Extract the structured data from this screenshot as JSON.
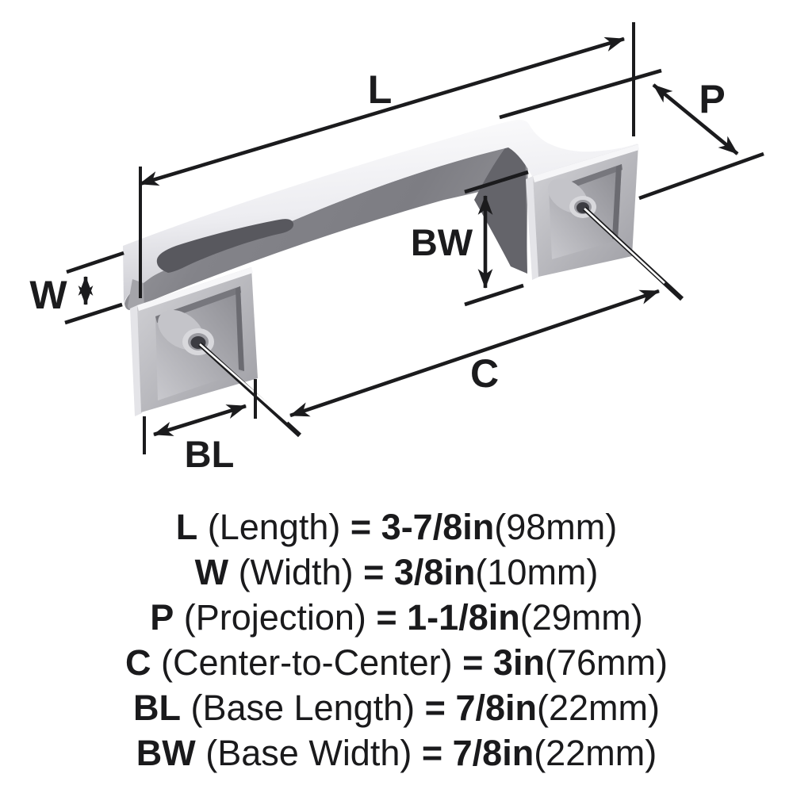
{
  "title": "Cabinet pull hardware dimension diagram",
  "dims": {
    "length": {
      "label": "L"
    },
    "width": {
      "label": "W"
    },
    "projection": {
      "label": "P"
    },
    "center": {
      "label": "C"
    },
    "base_length": {
      "label": "BL"
    },
    "base_width": {
      "label": "BW"
    }
  },
  "legend": {
    "rows": [
      {
        "abbr": "L",
        "name": " (Length) ",
        "value": "= 3-7/8in",
        "metric": "(98mm)"
      },
      {
        "abbr": "W",
        "name": " (Width) ",
        "value": "= 3/8in",
        "metric": "(10mm)"
      },
      {
        "abbr": "P",
        "name": " (Projection) ",
        "value": "= 1-1/8in",
        "metric": "(29mm)"
      },
      {
        "abbr": "C",
        "name": " (Center-to-Center) ",
        "value": "= 3in",
        "metric": "(76mm)"
      },
      {
        "abbr": "BL",
        "name": " (Base Length) ",
        "value": "= 7/8in",
        "metric": "(22mm)"
      },
      {
        "abbr": "BW",
        "name": " (Base Width) ",
        "value": "= 7/8in",
        "metric": "(22mm)"
      }
    ]
  },
  "colors": {
    "background": "#ffffff",
    "line": "#1b1b1d",
    "metal_top": "#f4f4f6",
    "metal_front": "#8a8a90",
    "opening": "#58585e",
    "shadow_dark": "#64646a",
    "plate_edge": "#e4e4e8",
    "plate_top_strip": "#f6f6f8",
    "recess_shadow_top": "#77777d",
    "recess_shadow_side": "#6b6b71",
    "boss": "#c4c4c9",
    "ring": "#d8d8dc",
    "ring_inner": "#9a9aa0",
    "hole": "#3c3c42",
    "screw_axis": "#ffffff",
    "end_face_shadow": "#a4a4a9"
  }
}
